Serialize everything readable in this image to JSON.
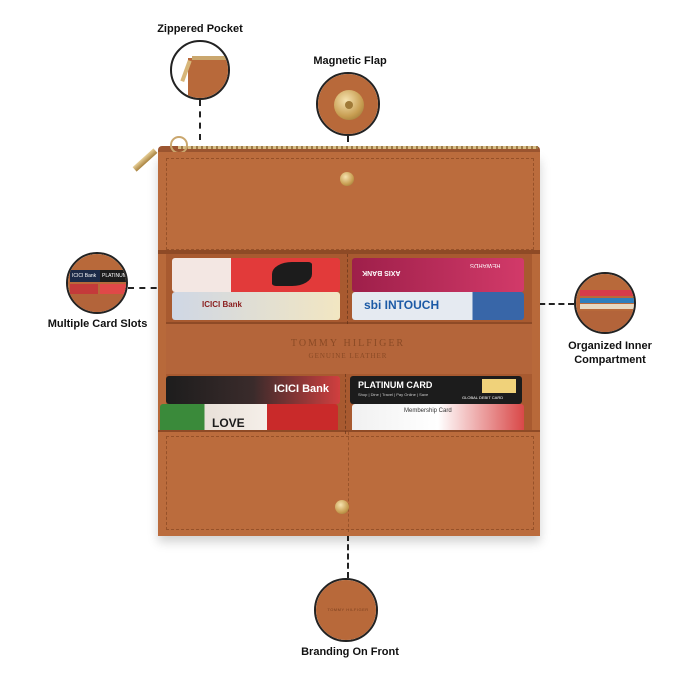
{
  "callouts": {
    "zippered_pocket": "Zippered Pocket",
    "magnetic_flap": "Magnetic Flap",
    "multiple_card_slots": "Multiple Card Slots",
    "organized_inner_line1": "Organized Inner",
    "organized_inner_line2": "Compartment",
    "branding_on_front": "Branding On Front"
  },
  "wallet": {
    "brand_line1": "TOMMY",
    "brand_line2": "HILFIGER",
    "brand_sub": "GENUINE LEATHER",
    "colors": {
      "leather": "#b8693a",
      "leather_dark": "#9c5530",
      "zip": "#c9a96a"
    }
  },
  "cards": {
    "axis": "AXIS BANK",
    "rewards": "REWARDS",
    "icici_top": "ICICI Bank",
    "sbi": "sbi INTOUCH",
    "icici_bottom": "ICICI Bank",
    "love": "LOVE",
    "platinum": "PLATINUM CARD",
    "platinum_sub": "Shop | Dine | Travel | Pay Online | Save",
    "global_debit": "GLOBAL DEBIT CARD",
    "membership": "Membership Card",
    "thumb_icici": "ICICI Bank",
    "thumb_platinum": "PLATINUM"
  },
  "icons": [
    "zipper-icon",
    "magnetic-snap-icon",
    "card-slots-thumbnail",
    "inner-compartment-thumbnail",
    "brand-logo-thumbnail"
  ]
}
